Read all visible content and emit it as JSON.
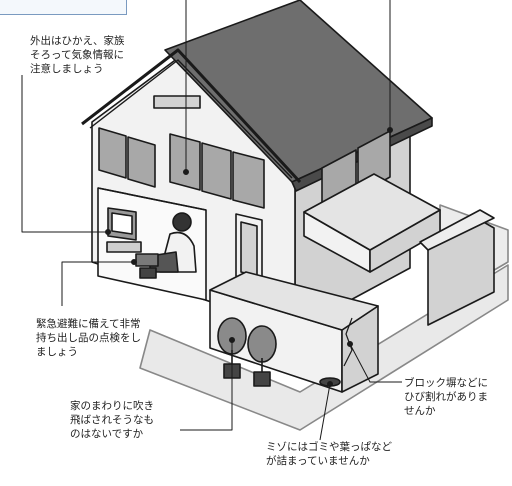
{
  "callouts": {
    "go_out": "外出はひかえ、家族\nそろって気象情報に\n注意しましょう",
    "emergency": "緊急避難に備えて非常\n持ち出し品の点検をし\nましょう",
    "wind": "家のまわりに吹き\n飛ばされそうなも\nのはないですか",
    "block": "ブロック塀などに\nひび割れがありま\nせんか",
    "ditch": "ミゾにはゴミや葉っぱなど\nが詰まっていませんか"
  },
  "colors": {
    "roof": "#6e6e6e",
    "wall": "#f2f2f2",
    "wall_shade": "#d2d2d2",
    "shutter": "#a8a8a8",
    "ground": "#e9e9e9",
    "line": "#1a1a1a"
  },
  "icons": [
    "house-illustration",
    "potted-tree-icon",
    "television-icon",
    "person-icon"
  ]
}
